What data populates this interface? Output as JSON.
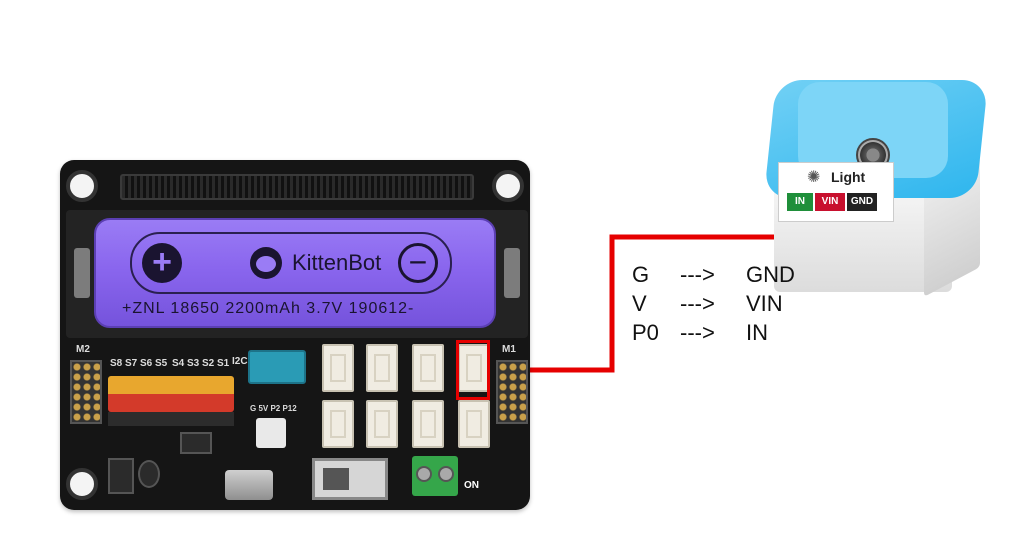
{
  "battery": {
    "brand": "KittenBot",
    "spec": "+ZNL 18650 2200mAh 3.7V 190612-",
    "plus_symbol": "+",
    "minus_symbol": "−"
  },
  "board_labels": {
    "m2": "M2",
    "m1": "M1",
    "i2c": "I2C",
    "servo_labels": [
      "S8",
      "S7",
      "S6",
      "S5",
      "S4",
      "S3",
      "S2",
      "S1"
    ],
    "i2c_pins": "G 5V P2 P12",
    "on": "ON"
  },
  "module": {
    "name": "Light",
    "tags": [
      "IN",
      "VIN",
      "GND"
    ]
  },
  "mapping": [
    {
      "from": "G",
      "arrow": "--->",
      "to": "GND"
    },
    {
      "from": "V",
      "arrow": "--->",
      "to": "VIN"
    },
    {
      "from": "P0",
      "arrow": "--->",
      "to": "IN"
    }
  ],
  "colors": {
    "wire": "#e60000",
    "battery": "#8a66ee",
    "module_cap": "#2fb6ee"
  }
}
